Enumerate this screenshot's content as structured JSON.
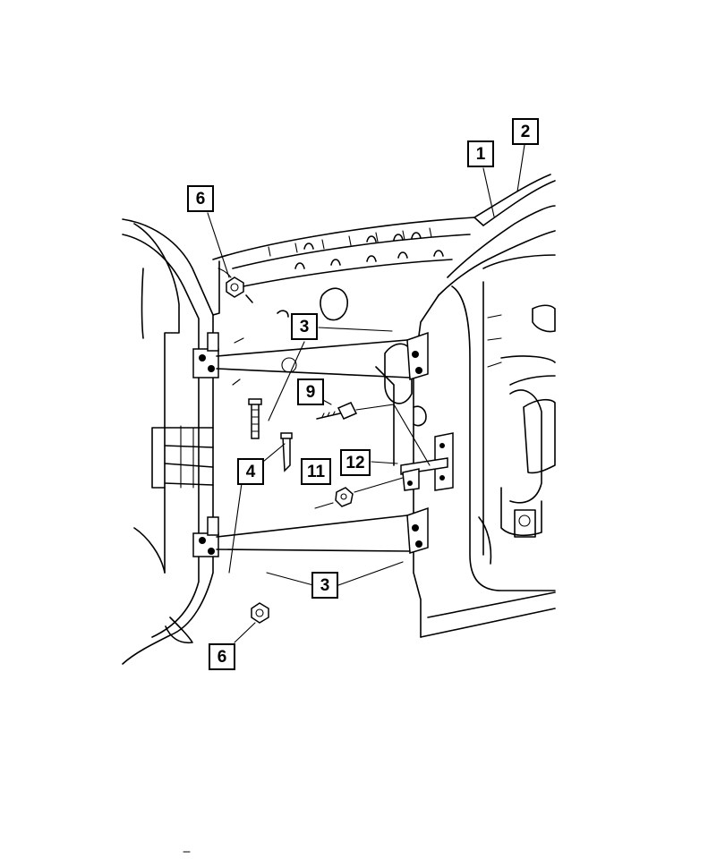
{
  "diagram": {
    "callouts": [
      {
        "id": "c1",
        "label": "1"
      },
      {
        "id": "c2",
        "label": "2"
      },
      {
        "id": "c6a",
        "label": "6"
      },
      {
        "id": "c3a",
        "label": "3"
      },
      {
        "id": "c9",
        "label": "9"
      },
      {
        "id": "c12",
        "label": "12"
      },
      {
        "id": "c11",
        "label": "11"
      },
      {
        "id": "c4",
        "label": "4"
      },
      {
        "id": "c3b",
        "label": "3"
      },
      {
        "id": "c6b",
        "label": "6"
      }
    ]
  }
}
